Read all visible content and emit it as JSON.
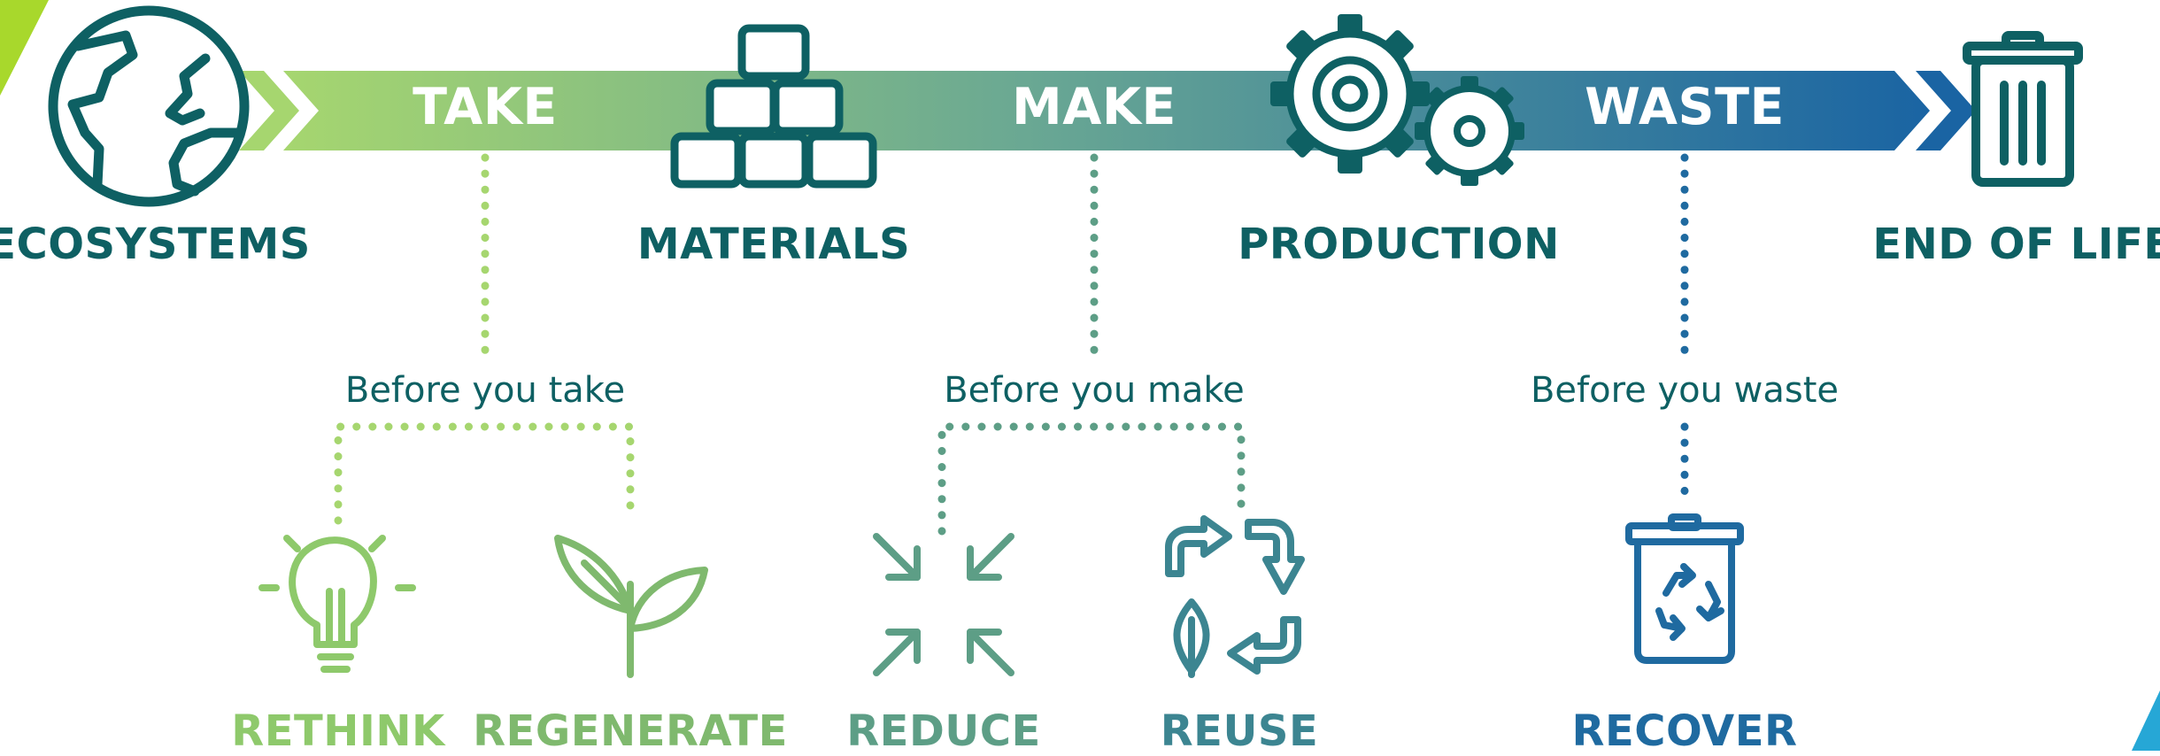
{
  "stages": {
    "take": "TAKE",
    "make": "MAKE",
    "waste": "WASTE"
  },
  "nodes": {
    "ecosystems": "ECOSYSTEMS",
    "materials": "MATERIALS",
    "production": "PRODUCTION",
    "end_of_life": "END OF LIFE"
  },
  "prompts": {
    "take": "Before you take",
    "make": "Before you make",
    "waste": "Before you waste"
  },
  "actions": [
    {
      "label": "RETHINK",
      "color": "#8ec96b",
      "icon": "lightbulb-icon"
    },
    {
      "label": "REGENERATE",
      "color": "#7fb96e",
      "icon": "sprout-icon"
    },
    {
      "label": "REDUCE",
      "color": "#5d9e86",
      "icon": "compress-arrows-icon"
    },
    {
      "label": "REUSE",
      "color": "#3c8591",
      "icon": "reuse-cycle-icon"
    },
    {
      "label": "RECOVER",
      "color": "#1f6aa0",
      "icon": "recycle-bin-icon"
    }
  ],
  "colors": {
    "arrow_start": "#a6d66f",
    "arrow_mid": "#6aa893",
    "arrow_end": "#1a64a3",
    "teal": "#0e6063",
    "accent_corner_left": "#a8d82c",
    "accent_corner_right": "#26a7d6"
  }
}
